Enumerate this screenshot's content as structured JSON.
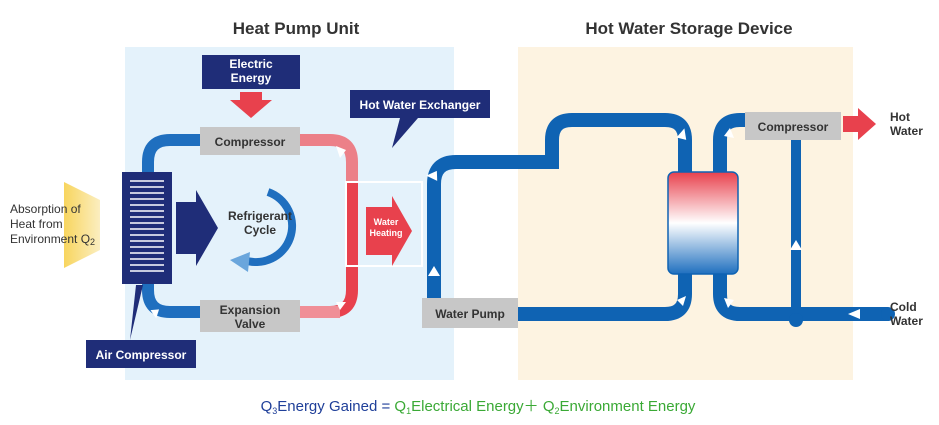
{
  "sections": {
    "heat_pump_title": "Heat Pump Unit",
    "storage_title": "Hot Water Storage Device"
  },
  "labels": {
    "electric_energy_1": "Electric",
    "electric_energy_2": "Energy",
    "hot_water_exchanger": "Hot Water Exchanger",
    "compressor_left": "Compressor",
    "expansion_valve_1": "Expansion",
    "expansion_valve_2": "Valve",
    "refrigerant_cycle_1": "Refrigerant",
    "refrigerant_cycle_2": "Cycle",
    "water_heating_1": "Water",
    "water_heating_2": "Heating",
    "water_pump": "Water Pump",
    "air_compressor": "Air Compressor",
    "compressor_right": "Compressor",
    "hot_water_1": "Hot",
    "hot_water_2": "Water",
    "cold_water_1": "Cold",
    "cold_water_2": "Water",
    "absorption_1": "Absorption of",
    "absorption_2": "Heat from",
    "absorption_3": "Environment Q",
    "absorption_sub": "2"
  },
  "formula": {
    "q3": "Q",
    "q3_sub": "3",
    "part1": "Energy Gained = ",
    "q1": "Q",
    "q1_sub": "1",
    "part2": "Electrical Energy",
    "plus": "＋",
    "q2": " Q",
    "q2_sub": "2",
    "part3": "Environment Energy"
  },
  "colors": {
    "heat_pump_bg": "#e4f2fb",
    "storage_bg": "#fdf3e1",
    "navy": "#1f2d78",
    "blue_pipe": "#0f63b3",
    "red_pipe": "#e8414d",
    "gray_box": "#c7c7c7",
    "formula_blue": "#1f3f99",
    "formula_green": "#3aa935"
  }
}
